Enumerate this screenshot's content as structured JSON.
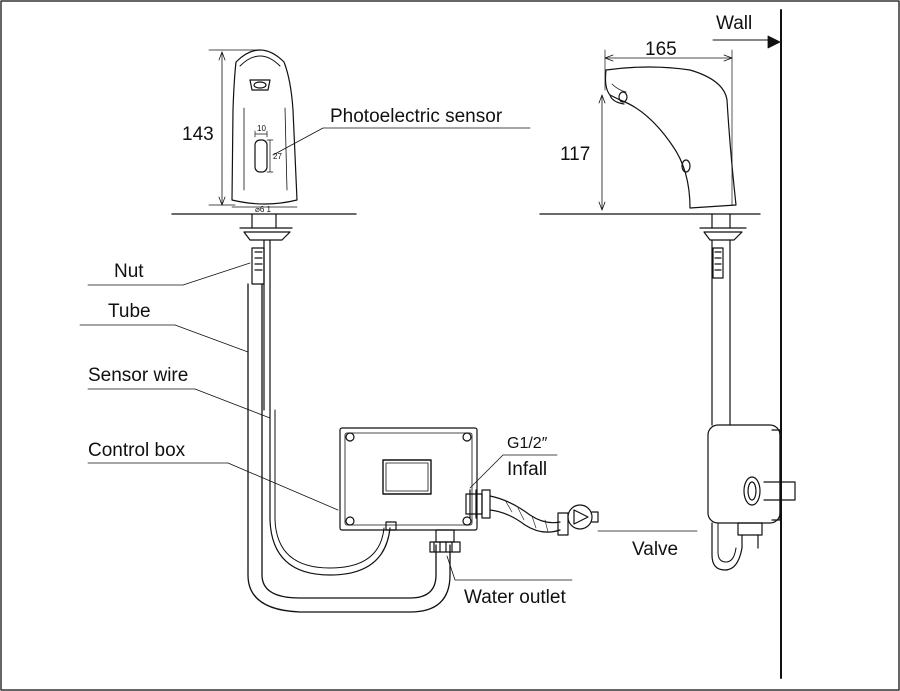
{
  "labels": {
    "photoelectric_sensor": "Photoelectric sensor",
    "nut": "Nut",
    "tube": "Tube",
    "sensor_wire": "Sensor wire",
    "control_box": "Control box",
    "g_thread": "G1/2″",
    "infall": "Infall",
    "valve": "Valve",
    "water_outlet": "Water outlet",
    "wall": "Wall"
  },
  "dimensions": {
    "front_height": "143",
    "side_height": "117",
    "side_reach": "165",
    "sensor_width": "10",
    "sensor_height": "27",
    "base_diameter": "⌀6 1"
  },
  "colors": {
    "line": "#111111",
    "background": "#ffffff"
  }
}
